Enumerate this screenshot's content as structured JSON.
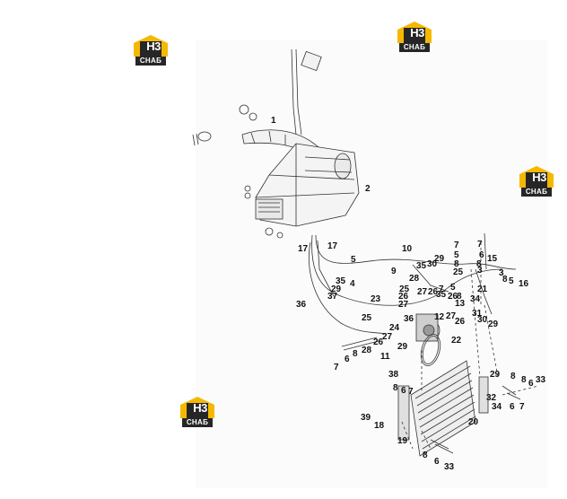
{
  "logo": {
    "icon": "house-logo-icon",
    "text": "H3",
    "subtext": "СНАБ",
    "colors": {
      "yellow": "#f5b800",
      "dark": "#262626",
      "white": "#ffffff"
    }
  },
  "callouts": [
    "1",
    "2",
    "17",
    "17",
    "5",
    "10",
    "7",
    "7",
    "6",
    "29",
    "5",
    "8",
    "15",
    "35",
    "30",
    "8",
    "3",
    "28",
    "9",
    "25",
    "21",
    "3",
    "5",
    "16",
    "8",
    "5",
    "25",
    "35",
    "29",
    "37",
    "4",
    "23",
    "36",
    "27",
    "26",
    "26",
    "27",
    "7",
    "35",
    "26",
    "8",
    "13",
    "34",
    "25",
    "36",
    "12",
    "27",
    "26",
    "31",
    "30",
    "29",
    "24",
    "27",
    "29",
    "26",
    "28",
    "8",
    "11",
    "6",
    "7",
    "22",
    "38",
    "8",
    "6",
    "7",
    "29",
    "8",
    "8",
    "6",
    "33",
    "39",
    "18",
    "20",
    "32",
    "34",
    "6",
    "7",
    "19",
    "8",
    "6",
    "33"
  ]
}
